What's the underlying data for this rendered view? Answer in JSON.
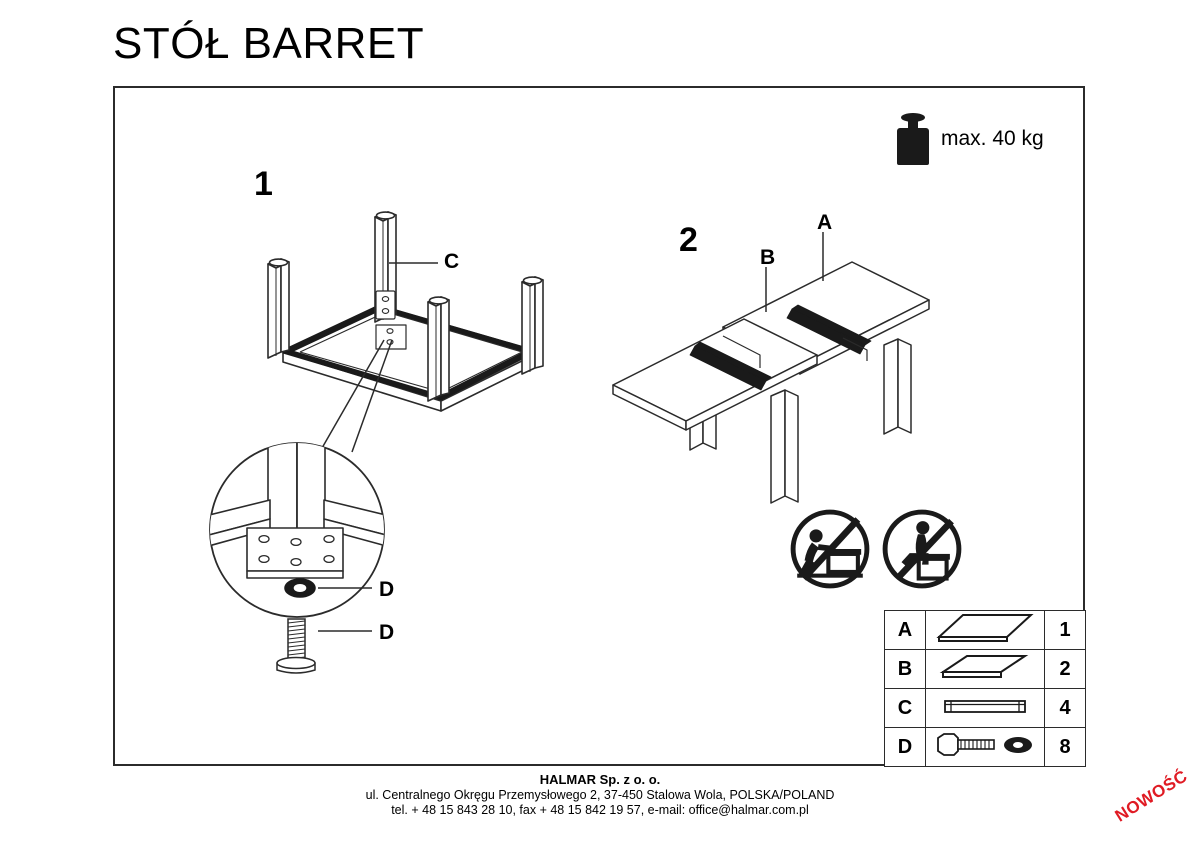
{
  "page_title": "STÓŁ BARRET",
  "max_load": {
    "icon": "weight-icon",
    "label": "max. 40 kg"
  },
  "steps": [
    {
      "number": "1",
      "callouts": [
        {
          "letter": "C"
        },
        {
          "letter": "D"
        },
        {
          "letter": "D"
        }
      ]
    },
    {
      "number": "2",
      "callouts": [
        {
          "letter": "A"
        },
        {
          "letter": "B"
        }
      ]
    }
  ],
  "labels": {
    "step1_number": "1",
    "step2_number": "2",
    "c": "C",
    "d_washer": "D",
    "d_bolt": "D",
    "a": "A",
    "b": "B"
  },
  "warnings": [
    {
      "icon": "no-leaning-on-table-icon"
    },
    {
      "icon": "no-standing-on-table-icon"
    }
  ],
  "parts_table": {
    "rows": [
      {
        "code": "A",
        "icon": "table-top-panel-icon",
        "qty": "1"
      },
      {
        "code": "B",
        "icon": "extension-leaf-panel-icon",
        "qty": "2"
      },
      {
        "code": "C",
        "icon": "table-leg-icon",
        "qty": "4"
      },
      {
        "code": "D",
        "icon": "bolt-and-washer-icon",
        "qty": "8"
      }
    ]
  },
  "footer": {
    "company": "HALMAR Sp. z o. o.",
    "address": "ul. Centralnego Okręgu Przemysłowego 2, 37-450 Stalowa Wola, POLSKA/POLAND",
    "contact": "tel. + 48 15 843 28 10, fax + 48 15 842 19 57, e-mail: office@halmar.com.pl"
  },
  "badge": {
    "text": "NOWOŚĆ",
    "color": "#e01b24"
  },
  "colors": {
    "ink": "#2b2b2b",
    "fill": "#ffffff",
    "dark": "#1a1a1a",
    "accent": "#e01b24"
  }
}
